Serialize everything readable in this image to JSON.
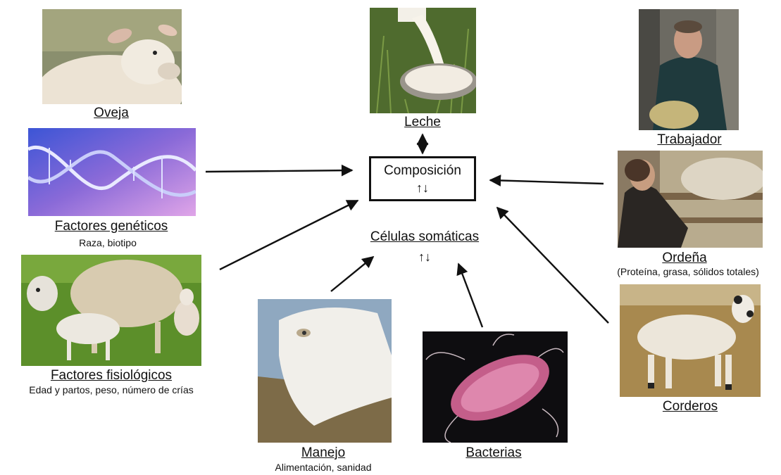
{
  "center": {
    "composition_label": "Composición",
    "composition_arrows": "↑↓",
    "cells_label": "Células somáticas",
    "cells_arrows": "↑↓"
  },
  "nodes": {
    "oveja": {
      "label": "Oveja",
      "image_icon": "sheep-head-photo"
    },
    "leche": {
      "label": "Leche",
      "image_icon": "milk-pouring-photo"
    },
    "trabajador": {
      "label": "Trabajador",
      "image_icon": "farm-worker-photo"
    },
    "geneticos": {
      "label": "Factores genéticos",
      "detail": "Raza, biotipo",
      "image_icon": "dna-helix-photo"
    },
    "ordena": {
      "label": "Ordeña",
      "detail": "(Proteína, grasa, sólidos totales)",
      "image_icon": "milking-photo"
    },
    "fisiologicos": {
      "label": "Factores fisiológicos",
      "detail": "Edad y partos, peso, número de crías",
      "image_icon": "ewe-with-lambs-photo"
    },
    "manejo": {
      "label": "Manejo",
      "detail": "Alimentación,  sanidad",
      "image_icon": "sheep-grazing-photo"
    },
    "bacterias": {
      "label": "Bacterias",
      "image_icon": "bacterium-photo"
    },
    "corderos": {
      "label": "Corderos",
      "image_icon": "lamb-photo"
    }
  },
  "colors": {
    "line": "#111111",
    "box_border": "#111111"
  }
}
